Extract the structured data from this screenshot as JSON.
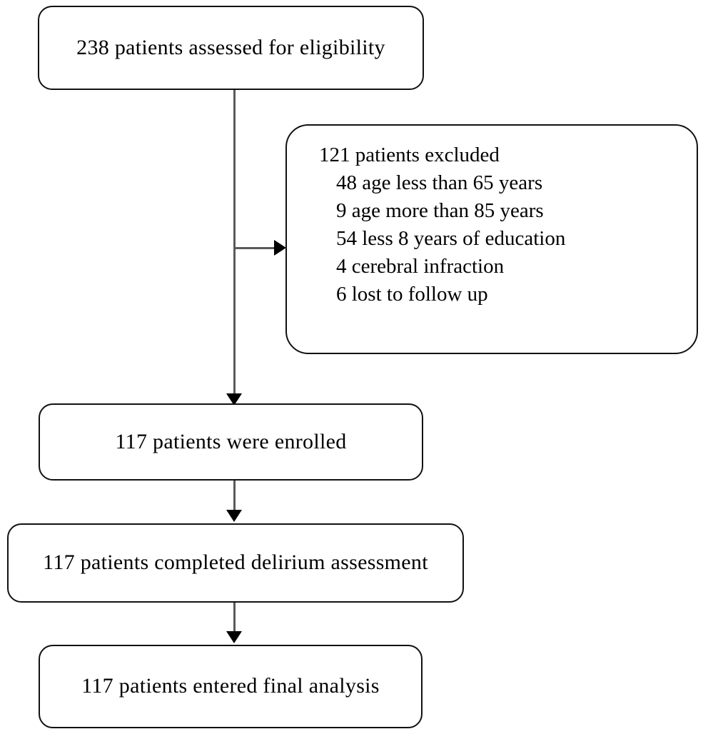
{
  "diagram": {
    "type": "consort-flow-diagram",
    "nodes": {
      "eligibility": {
        "text": "238 patients assessed for eligibility"
      },
      "excluded": {
        "heading": "121 patients excluded",
        "items": [
          "48 age less than 65 years",
          "9 age more than 85 years",
          "54 less 8 years of education",
          "4 cerebral infraction",
          "6 lost to follow up"
        ]
      },
      "enrolled": {
        "text": "117 patients were enrolled"
      },
      "delirium": {
        "text": "117 patients completed delirium assessment"
      },
      "final": {
        "text": "117 patients entered final analysis"
      }
    },
    "colors": {
      "box_border": "#111111",
      "connector": "#5a5a5a",
      "arrowhead": "#000000",
      "background": "#ffffff",
      "text": "#000000"
    }
  }
}
